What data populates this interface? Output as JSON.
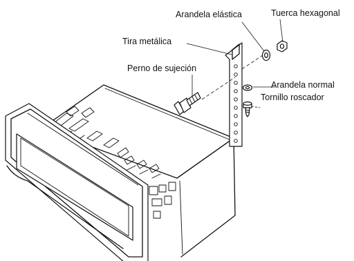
{
  "labels": {
    "spring_washer": "Arandela elástica",
    "hex_nut": "Tuerca hexagonal",
    "metal_strap": "Tira metálica",
    "mounting_bolt": "Perno de sujeción",
    "plain_washer": "Arandela normal",
    "tapping_screw": "Tornillo roscador"
  }
}
